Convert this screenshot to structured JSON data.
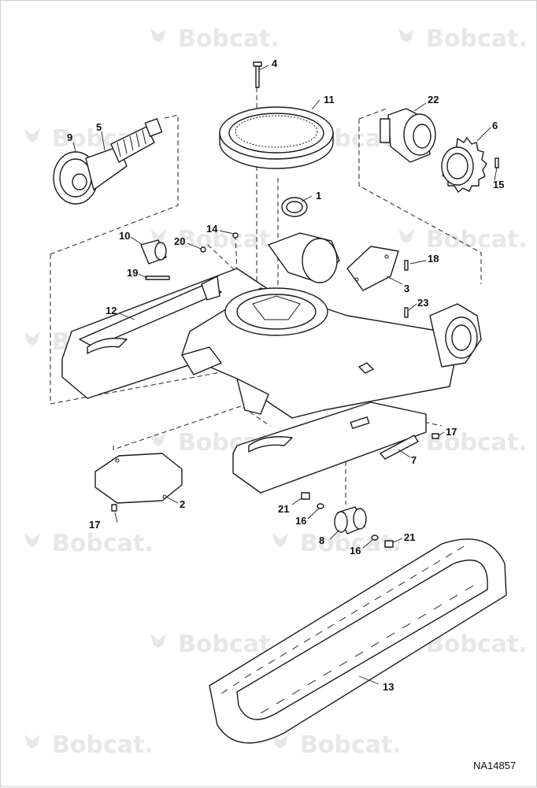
{
  "watermark": {
    "brand": "Bobcat."
  },
  "drawing_code": "NA14857",
  "callouts": {
    "c1": "1",
    "c2": "2",
    "c3": "3",
    "c4": "4",
    "c5": "5",
    "c6": "6",
    "c7": "7",
    "c8": "8",
    "c9": "9",
    "c10": "10",
    "c11": "11",
    "c12": "12",
    "c13": "13",
    "c14": "14",
    "c15": "15",
    "c16a": "16",
    "c16b": "16",
    "c17a": "17",
    "c17b": "17",
    "c18": "18",
    "c19": "19",
    "c20": "20",
    "c21a": "21",
    "c21b": "21",
    "c22": "22",
    "c23": "23"
  },
  "colors": {
    "line": "#1a1a1a",
    "watermark": "#e7e7e7",
    "background": "#ffffff"
  }
}
